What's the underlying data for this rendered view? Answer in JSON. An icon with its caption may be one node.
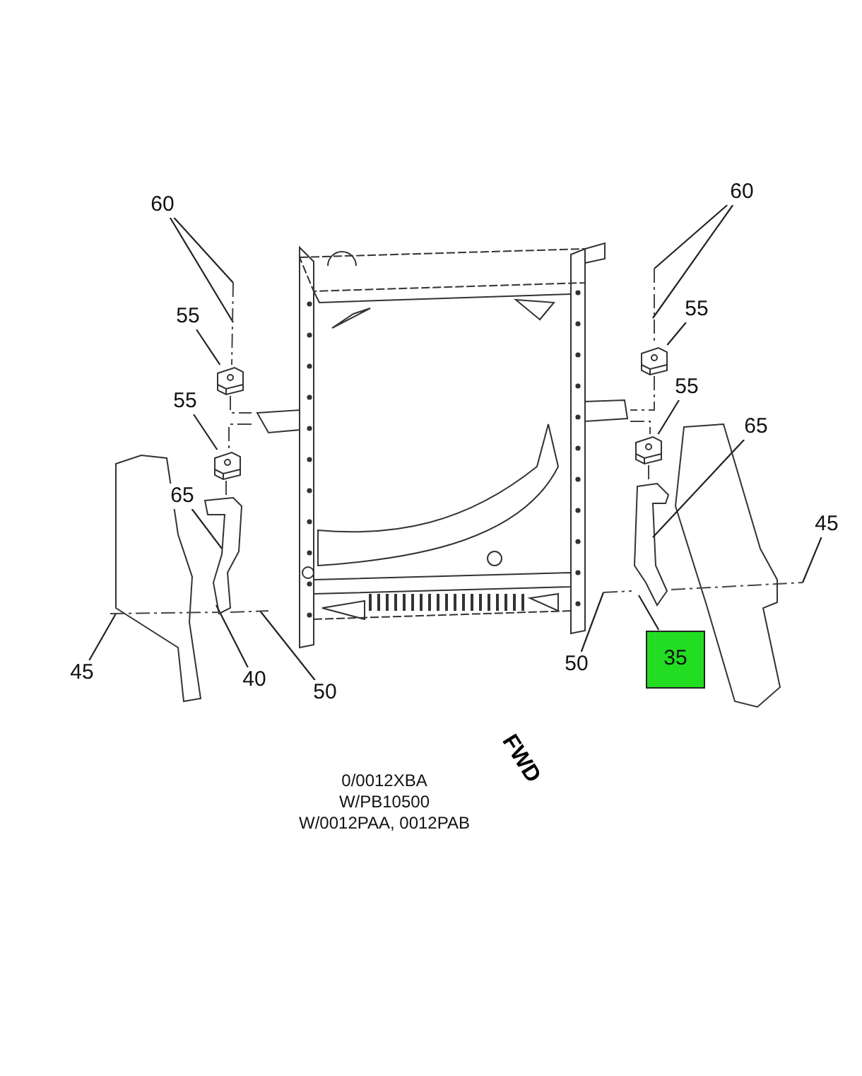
{
  "diagram": {
    "nodes": [
      {
        "text": [
          "60"
        ]
      },
      {
        "text": [
          "55"
        ]
      },
      {
        "text": [
          "55"
        ]
      },
      {
        "text": [
          "65"
        ]
      },
      {
        "text": [
          "45"
        ]
      },
      {
        "text": [
          "40"
        ]
      },
      {
        "text": [
          "50"
        ]
      },
      {
        "text": [
          "60"
        ]
      },
      {
        "text": [
          "55"
        ]
      },
      {
        "text": [
          "55"
        ]
      },
      {
        "text": [
          "65"
        ]
      },
      {
        "text": [
          "45"
        ]
      },
      {
        "text": [
          "50"
        ]
      },
      {
        "text": [
          "35"
        ]
      },
      {
        "text": [],
        "shape": "picture"
      },
      {
        "text": [],
        "shape": "picture"
      },
      {
        "text": [],
        "shape": "picture"
      },
      {
        "text": [],
        "shape": "picture"
      },
      {
        "text": [],
        "shape": "picture"
      },
      {
        "text": [],
        "shape": "picture"
      },
      {
        "text": [],
        "shape": "picture"
      },
      {
        "text": [],
        "shape": "picture"
      },
      {
        "text": [],
        "shape": "picture"
      }
    ],
    "edges": [
      {
        "from": 0,
        "to": null,
        "arrow": "none"
      },
      {
        "from": 0,
        "to": null,
        "arrow": "none"
      },
      {
        "from": 1,
        "to": 15,
        "arrow": "none"
      },
      {
        "from": 2,
        "to": 16,
        "arrow": "none"
      },
      {
        "from": 3,
        "to": 17,
        "arrow": "none"
      },
      {
        "from": 4,
        "to": 18,
        "arrow": "none"
      },
      {
        "from": 5,
        "to": 17,
        "arrow": "none"
      },
      {
        "from": 6,
        "to": 14,
        "arrow": "none"
      },
      {
        "from": 7,
        "to": null,
        "arrow": "none"
      },
      {
        "from": 7,
        "to": null,
        "arrow": "none"
      },
      {
        "from": 8,
        "to": 19,
        "arrow": "none"
      },
      {
        "from": 9,
        "to": 20,
        "arrow": "none"
      },
      {
        "from": 10,
        "to": 21,
        "arrow": "none"
      },
      {
        "from": 11,
        "to": 22,
        "arrow": "none"
      },
      {
        "from": 12,
        "to": 14,
        "arrow": "none"
      },
      {
        "from": 13,
        "to": 21,
        "arrow": "none"
      },
      {
        "from": null,
        "to": 15,
        "arrow": "none",
        "style": "dashed"
      },
      {
        "from": 15,
        "to": 14,
        "arrow": "none",
        "style": "dashed"
      },
      {
        "from": 14,
        "to": 16,
        "arrow": "none",
        "style": "dashed"
      },
      {
        "from": 16,
        "to": 17,
        "arrow": "none",
        "style": "dashed"
      },
      {
        "from": 18,
        "to": 17,
        "arrow": "none",
        "style": "dashed"
      },
      {
        "from": 17,
        "to": 14,
        "arrow": "none",
        "style": "dashed"
      },
      {
        "from": null,
        "to": 19,
        "arrow": "none",
        "style": "dashed"
      },
      {
        "from": 19,
        "to": 14,
        "arrow": "none",
        "style": "dashed"
      },
      {
        "from": 14,
        "to": 20,
        "arrow": "none",
        "style": "dashed"
      },
      {
        "from": 20,
        "to": 21,
        "arrow": "none",
        "style": "dashed"
      },
      {
        "from": 14,
        "to": 21,
        "arrow": "none",
        "style": "dashed"
      },
      {
        "from": 21,
        "to": 22,
        "arrow": "none",
        "style": "dashed"
      }
    ],
    "labels": [
      "FWD",
      "0/0012XBA",
      "W/PB10500",
      "W/0012PAA, 0012PAB"
    ]
  }
}
